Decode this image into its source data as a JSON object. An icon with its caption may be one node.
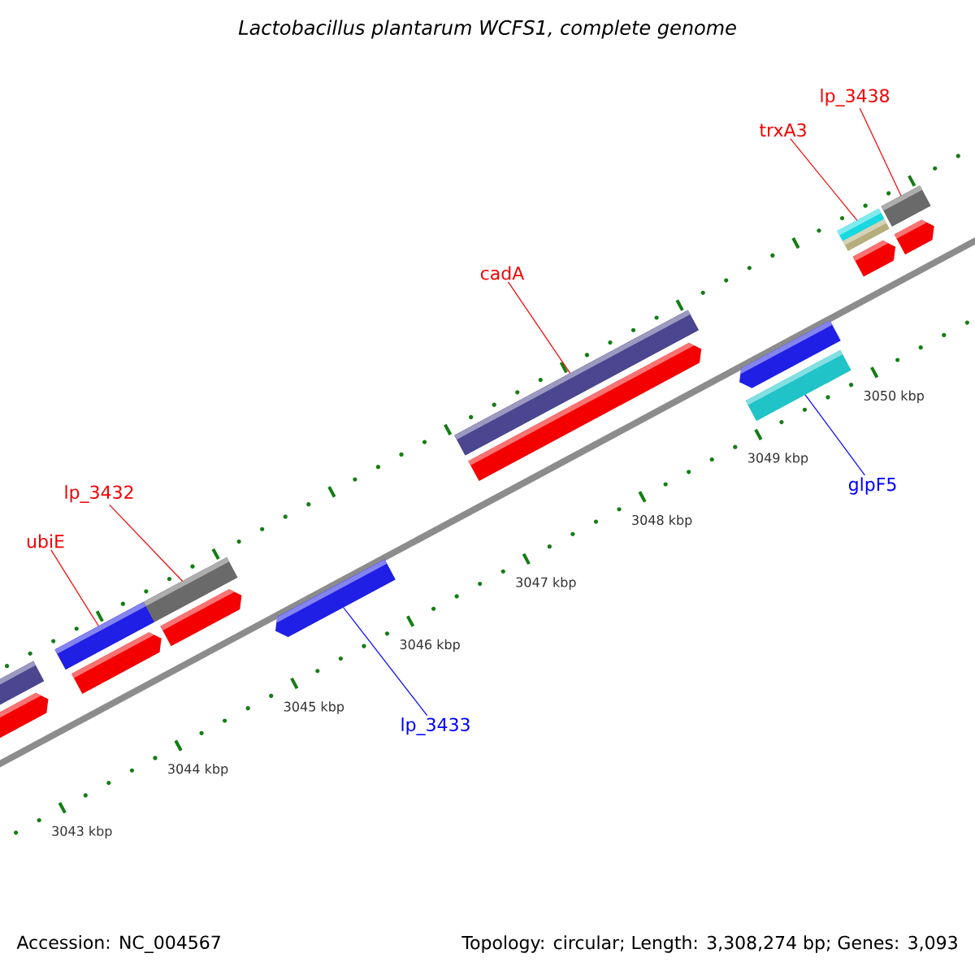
{
  "diagram": {
    "title": "Lactobacillus plantarum WCFS1, complete genome",
    "nodes": [
      {
        "text": [
          "ubiE"
        ]
      },
      {
        "text": [
          "lp_3432"
        ]
      },
      {
        "text": [
          "lp_3433"
        ]
      },
      {
        "text": [
          "cadA"
        ]
      },
      {
        "text": [
          "glpF5"
        ]
      },
      {
        "text": [
          "trxA3"
        ]
      },
      {
        "text": [
          "lp_3438"
        ]
      },
      {
        "text": [],
        "shape": "bar"
      },
      {
        "text": [],
        "shape": "bar"
      },
      {
        "text": [],
        "shape": "bar"
      },
      {
        "text": [],
        "shape": "bar"
      },
      {
        "text": [],
        "shape": "bar"
      },
      {
        "text": [],
        "shape": "bar"
      },
      {
        "text": [],
        "shape": "bar"
      }
    ],
    "edges": [
      {
        "from": 0,
        "to": 7,
        "arrow": "none"
      },
      {
        "from": 1,
        "to": 8,
        "arrow": "none"
      },
      {
        "from": 2,
        "to": 9,
        "arrow": "none",
        "color": "#0000ff"
      },
      {
        "from": 3,
        "to": 10,
        "arrow": "none"
      },
      {
        "from": 4,
        "to": 11,
        "arrow": "none",
        "color": "#0000ff"
      },
      {
        "from": 5,
        "to": 12,
        "arrow": "none"
      },
      {
        "from": 6,
        "to": 13,
        "arrow": "none"
      }
    ],
    "labels": [
      "3050 kbp",
      "3049 kbp",
      "3048 kbp",
      "3047 kbp",
      "3046 kbp",
      "3045 kbp",
      "3044 kbp",
      "3043 kbp",
      "Accession: NC_004567",
      "Topology: circular; Length: 3,308,274 bp; Genes: 3,093"
    ]
  }
}
